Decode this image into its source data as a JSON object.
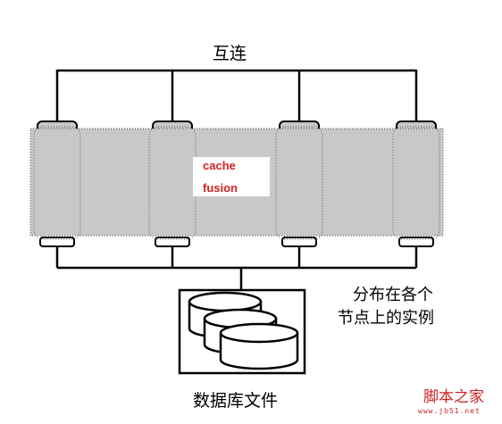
{
  "diagram": {
    "interconnect_label": "互连",
    "cache_fusion_line1": "cache",
    "cache_fusion_line2": "fusion",
    "instances_label_line1": "分布在各个",
    "instances_label_line2": "节点上的实例",
    "database_label": "数据库文件",
    "node_count": 4
  },
  "watermark": {
    "logo": "脚本之家",
    "url": "www.jb51.net"
  },
  "colors": {
    "band": "#c8c8c8",
    "line": "#000000",
    "cache_text": "#d42020",
    "watermark": "#d42020"
  }
}
